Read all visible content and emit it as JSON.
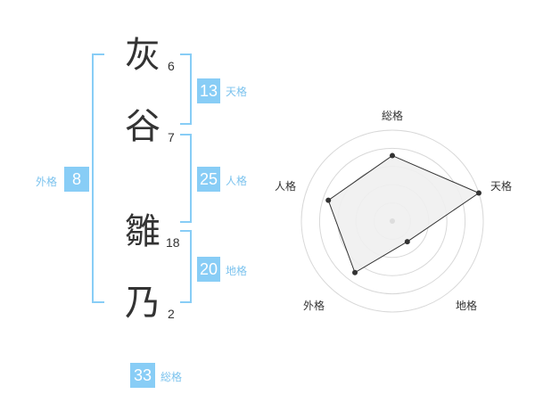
{
  "name": {
    "chars": [
      {
        "char": "灰",
        "strokes": "6"
      },
      {
        "char": "谷",
        "strokes": "7"
      },
      {
        "char": "雛",
        "strokes": "18"
      },
      {
        "char": "乃",
        "strokes": "2"
      }
    ]
  },
  "kaku": {
    "tenkaku": {
      "value": "13",
      "label": "天格"
    },
    "jinkaku": {
      "value": "25",
      "label": "人格"
    },
    "chikaku": {
      "value": "20",
      "label": "地格"
    },
    "gaikaku": {
      "value": "8",
      "label": "外格"
    },
    "soukaku": {
      "value": "33",
      "label": "総格"
    }
  },
  "colors": {
    "accent": "#88cdf6",
    "accent_text": "#7cc3ee",
    "text": "#333333",
    "radar_fill": "#f0f0f0",
    "radar_grid": "#d8d8d8"
  },
  "chart_data": {
    "type": "radar",
    "axes": [
      "総格",
      "天格",
      "地格",
      "外格",
      "人格"
    ],
    "values": [
      3.6,
      5.0,
      1.4,
      3.5,
      3.7
    ],
    "max": 5,
    "rings": 5
  }
}
